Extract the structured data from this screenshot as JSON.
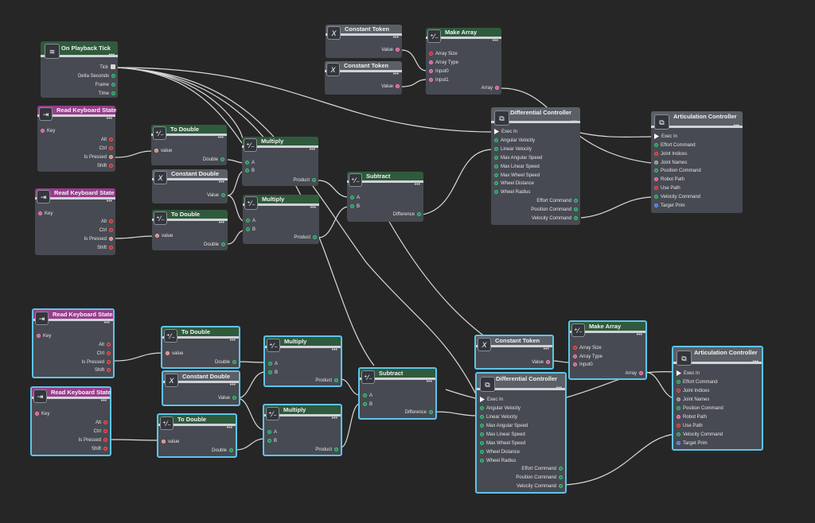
{
  "nodes": {
    "playback": {
      "title": "On Playback Tick",
      "tick": "Tick",
      "delta": "Delta Seconds",
      "frame": "Frame",
      "time": "Time",
      "icon": "wifi-icon"
    },
    "keyboard": {
      "title": "Read Keyboard State",
      "key": "Key",
      "alt": "Alt",
      "ctrl": "Ctrl",
      "is_pressed": "Is Pressed",
      "shift": "Shift",
      "icon": "enter-icon"
    },
    "to_double": {
      "title": "To Double",
      "value": "value",
      "double": "Double",
      "icon": "math-icon"
    },
    "constant_double": {
      "title": "Constant Double",
      "value": "Value",
      "icon": "variable-icon"
    },
    "multiply": {
      "title": "Multiply",
      "a": "A",
      "b": "B",
      "product": "Product",
      "icon": "math-icon"
    },
    "subtract": {
      "title": "Subtract",
      "a": "A",
      "b": "B",
      "difference": "Difference",
      "icon": "math-icon"
    },
    "constant_token": {
      "title": "Constant Token",
      "value": "Value",
      "icon": "variable-icon"
    },
    "make_array": {
      "title": "Make Array",
      "array_size": "Array Size",
      "array_type": "Array Type",
      "input0": "Input0",
      "input1": "Input1",
      "array": "Array",
      "icon": "math-icon"
    },
    "diff_controller": {
      "title": "Differential Controller",
      "inputs": [
        "Exec In",
        "Angular Velocity",
        "Linear Velocity",
        "Max Angular Speed",
        "Max Linear Speed",
        "Max Wheel Speed",
        "Wheel Distance",
        "Wheel Radius"
      ],
      "outputs": [
        "Effort Command",
        "Position Command",
        "Velocity Command"
      ],
      "icon": "controller-icon"
    },
    "artic_controller": {
      "title": "Articulation Controller",
      "inputs": [
        "Exec In",
        "Effort Command",
        "Joint Indices",
        "Joint Names",
        "Position Command",
        "Robot Path",
        "Use Path",
        "Velocity Command",
        "Target Prim"
      ],
      "icon": "controller-icon"
    },
    "menu": "•••"
  },
  "colors": {
    "background": "#262626",
    "node_body": "#474a52",
    "header_green": "#2f5a3c",
    "header_magenta": "#983d8c",
    "header_grey": "#5b5f66",
    "selection": "#5ec4e8",
    "wire": "#d9d9d9"
  }
}
